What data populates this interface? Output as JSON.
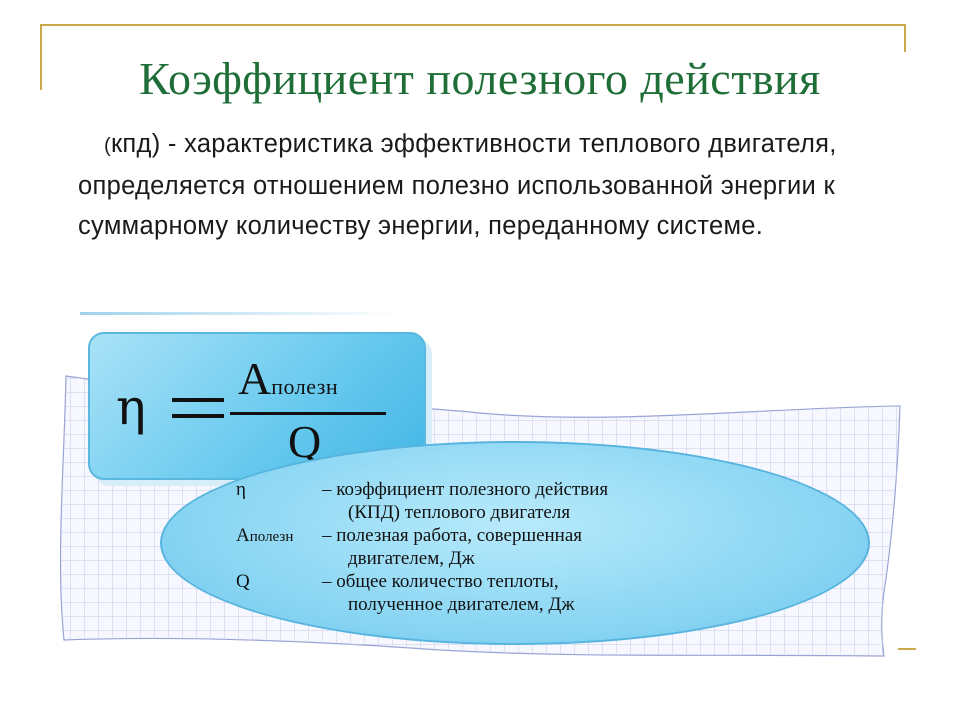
{
  "slide": {
    "title": "Коэффициент полезного действия",
    "desc_paren": "(",
    "desc_main": "кпд) - характеристика эффективности теплового двигателя, определяется отношением полезно использованной энергии к суммарному количеству энергии, переданному системе."
  },
  "formula": {
    "symbol": "η",
    "numerator": "A",
    "numerator_sub": "полезн",
    "denominator": "Q"
  },
  "legend": {
    "rows": [
      {
        "symbol": "η",
        "symbol_sub": "",
        "text": "– коэффициент полезного действия"
      },
      {
        "symbol": "",
        "symbol_sub": "",
        "text": "(КПД) теплового двигателя"
      },
      {
        "symbol": "A",
        "symbol_sub": "полезн",
        "text": "– полезная работа, совершенная"
      },
      {
        "symbol": "",
        "symbol_sub": "",
        "text": "двигателем, Дж"
      },
      {
        "symbol": "Q",
        "symbol_sub": "",
        "text": "– общее количество теплоты,"
      },
      {
        "symbol": "",
        "symbol_sub": "",
        "text": "полученное двигателем, Дж"
      }
    ]
  },
  "colors": {
    "title": "#1f6e38",
    "frame": "#c9a94a",
    "formula_box": "#6ccbef",
    "ellipse": "#8fd8f4"
  }
}
